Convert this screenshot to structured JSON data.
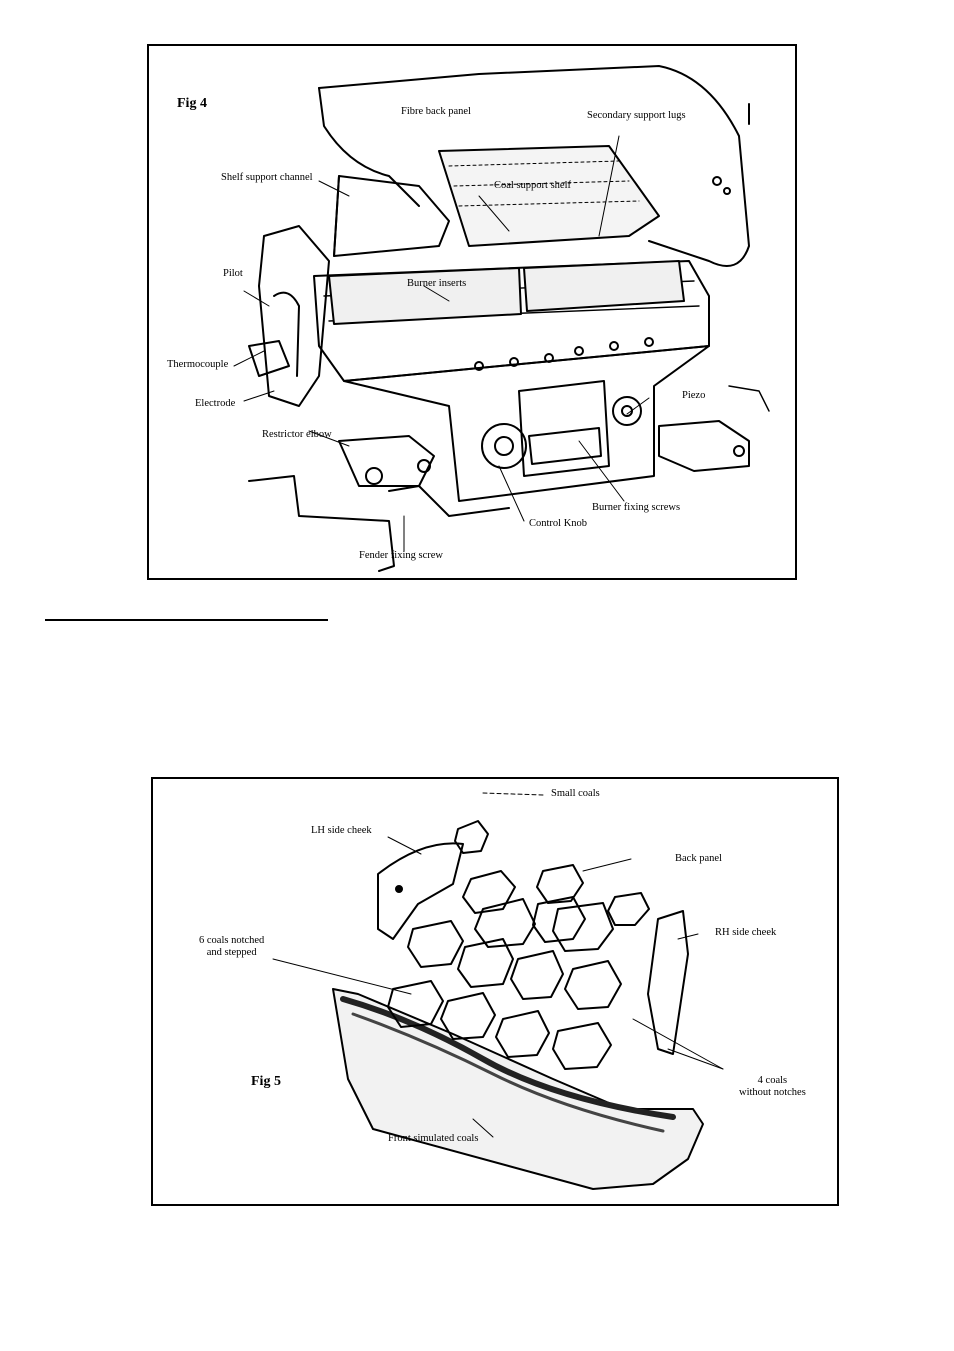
{
  "fig4": {
    "title": "Fig 4",
    "labels": {
      "fibre_back_panel": "Fibre back panel",
      "secondary_support_lugs": "Secondary support lugs",
      "shelf_support_channel": "Shelf support channel",
      "coal_support_shelf": "Coal support shelf",
      "pilot": "Pilot",
      "burner_inserts": "Burner inserts",
      "thermocouple": "Thermocouple",
      "electrode": "Electrode",
      "piezo": "Piezo",
      "restrictor_elbow": "Restrictor elbow",
      "burner_fixing_screws": "Burner fixing screws",
      "control_knob": "Control Knob",
      "fender_fixing_screw": "Fender fixing screw"
    }
  },
  "fig5": {
    "title": "Fig 5",
    "labels": {
      "small_coals": "Small coals",
      "lh_side_cheek": "LH side cheek",
      "back_panel": "Back panel",
      "rh_side_cheek": "RH side cheek",
      "six_coals": "6 coals notched\nand stepped",
      "four_coals": "4 coals\nwithout notches",
      "front_simulated_coals": "Front simulated coals"
    }
  }
}
